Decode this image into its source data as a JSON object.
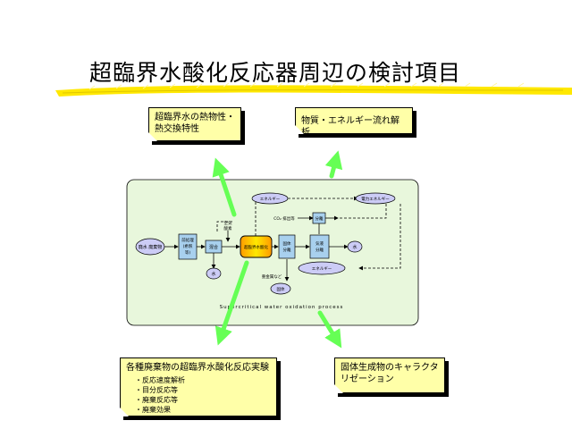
{
  "slide": {
    "title": "超臨界水酸化反応器周辺の検討項目",
    "colors": {
      "panel": "#e8f7dc",
      "note": "#ffffa8",
      "arrow": "#66ff55",
      "highlight": "#ffe800",
      "oval": "#ccccf6",
      "box": "#a8d0ee"
    }
  },
  "notes": {
    "top_left": {
      "lines": [
        "超臨界水の熱物性・",
        "熱交換特性"
      ]
    },
    "top_right": {
      "text": "物質・エネルギー流れ解析"
    },
    "bottom_left": {
      "title": "各種廃棄物の超臨界水酸化反応実験",
      "items": [
        "反応速度解析",
        "目分反応等",
        "廃棄反応等",
        "廃棄効果"
      ]
    },
    "bottom_right": {
      "lines": [
        "固体生成物のキャラクタ",
        "リゼーション"
      ]
    }
  },
  "diagram": {
    "caption": "Supercritical water oxidation process",
    "nodes": {
      "feed": "廃水 廃棄物",
      "pre": [
        "前処理",
        "(希釈",
        "等)"
      ],
      "mix": "混合",
      "reactor": "超臨界水酸化",
      "sep1": [
        "固体",
        "分離"
      ],
      "sep2": [
        "気液",
        "分離"
      ],
      "gas": "分離",
      "water_left": "水",
      "water_right": "水",
      "energy_top": "エネルギー",
      "energy_right": "電力エネルギー",
      "energy_bottom": "エネルギー",
      "co2": "CO₂ 排出等",
      "heavy": "重金属など",
      "solid": "固体",
      "air": [
        "空気",
        "酸素"
      ]
    }
  }
}
